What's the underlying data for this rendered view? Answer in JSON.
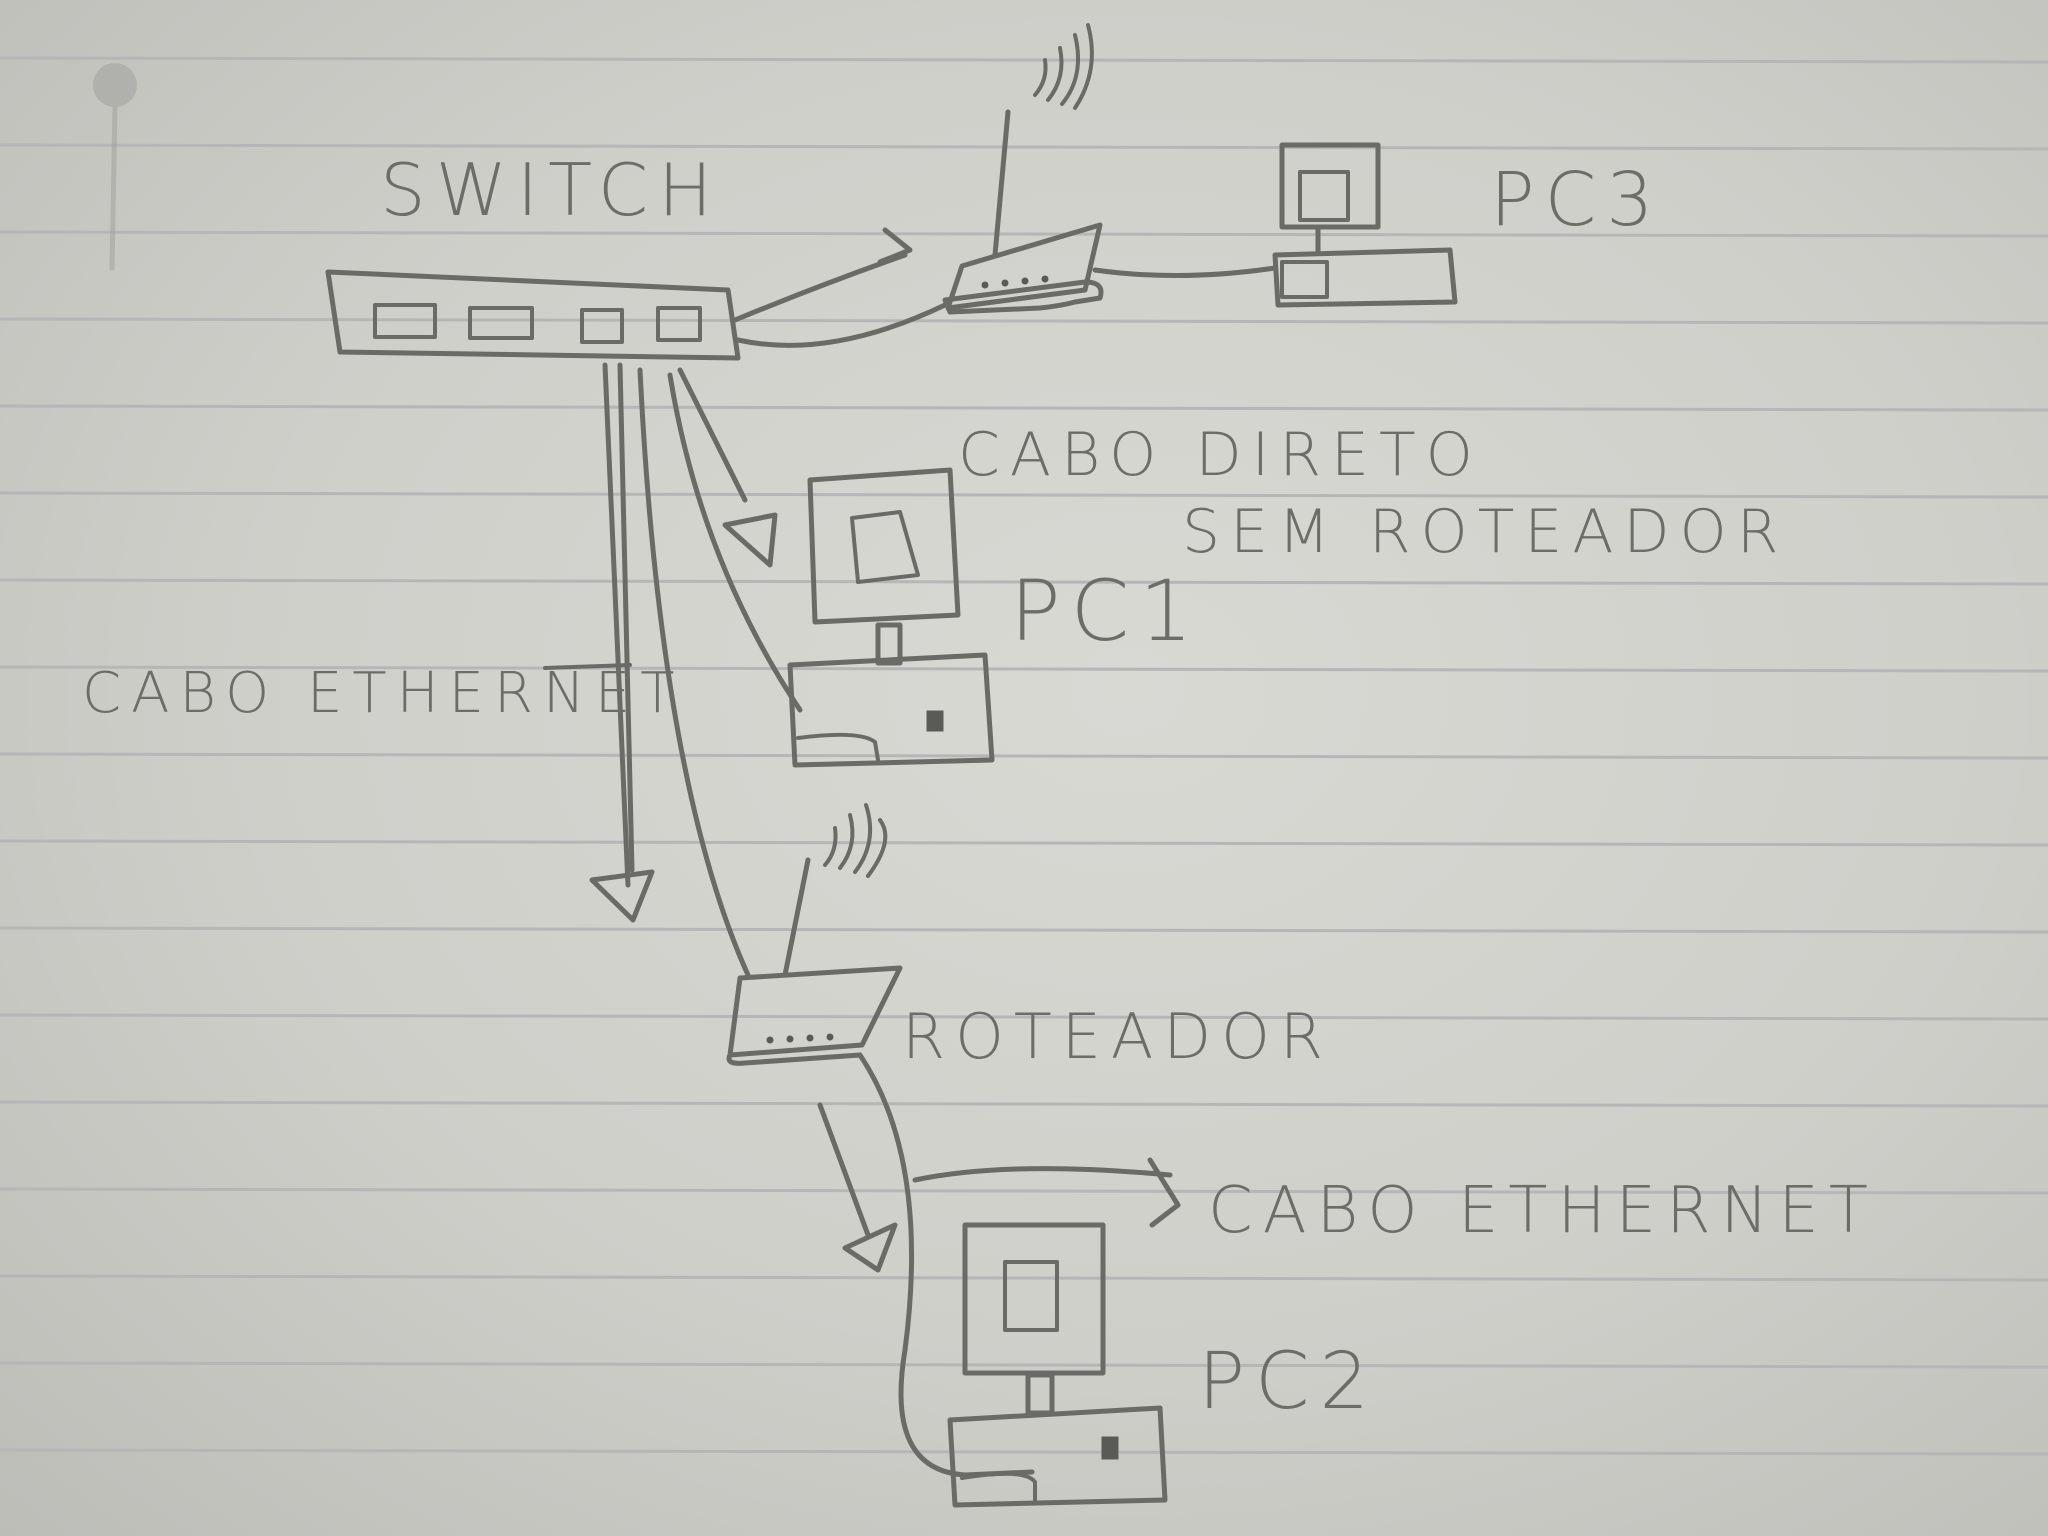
{
  "labels": {
    "switch": "SWITCH",
    "pc3": "PC3",
    "pc1": "PC1",
    "pc2": "PC2",
    "direct_cable_line1": "CABO DIRETO",
    "direct_cable_line2": "SEM ROTEADOR",
    "ethernet_cable_left": "CABO ETHERNET",
    "router": "ROTEADOR",
    "ethernet_cable_bottom": "CABO ETHERNET"
  },
  "colors": {
    "paper": "#d4d4cf",
    "ink": "#6a6a66",
    "rule_lines": "#b4b6b8"
  },
  "icons": {
    "switch": "switch-icon",
    "router": "wifi-router-icon",
    "computer": "desktop-computer-icon"
  }
}
